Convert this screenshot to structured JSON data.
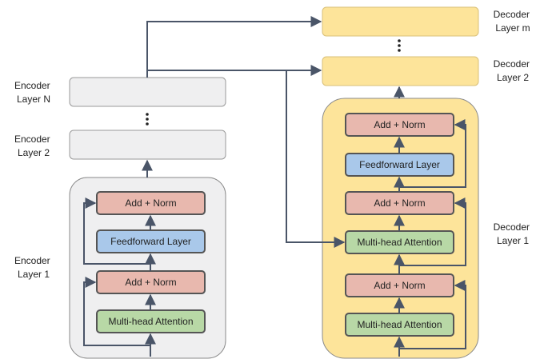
{
  "labels": {
    "encoder_layer_n": [
      "Encoder",
      "Layer N"
    ],
    "encoder_layer_2": [
      "Encoder",
      "Layer 2"
    ],
    "encoder_layer_1": [
      "Encoder",
      "Layer 1"
    ],
    "decoder_layer_m": [
      "Decoder",
      "Layer m"
    ],
    "decoder_layer_2": [
      "Decoder",
      "Layer 2"
    ],
    "decoder_layer_1": [
      "Decoder",
      "Layer 1"
    ]
  },
  "encoder_block": {
    "add_norm_top": "Add + Norm",
    "feedforward": "Feedforward Layer",
    "add_norm_bottom": "Add + Norm",
    "attention": "Multi-head Attention"
  },
  "decoder_block": {
    "add_norm_top": "Add + Norm",
    "feedforward": "Feedforward Layer",
    "add_norm_mid": "Add + Norm",
    "cross_attention": "Multi-head Attention",
    "add_norm_bottom": "Add + Norm",
    "self_attention": "Multi-head Attention"
  },
  "colors": {
    "encoder_container": "#efeff0",
    "decoder_container": "#fde49a",
    "add_norm": "#e8b8ae",
    "feedforward": "#a9c8ea",
    "attention": "#b8d8a6",
    "box_stroke": "#555555",
    "arrow": "#4a5568"
  }
}
